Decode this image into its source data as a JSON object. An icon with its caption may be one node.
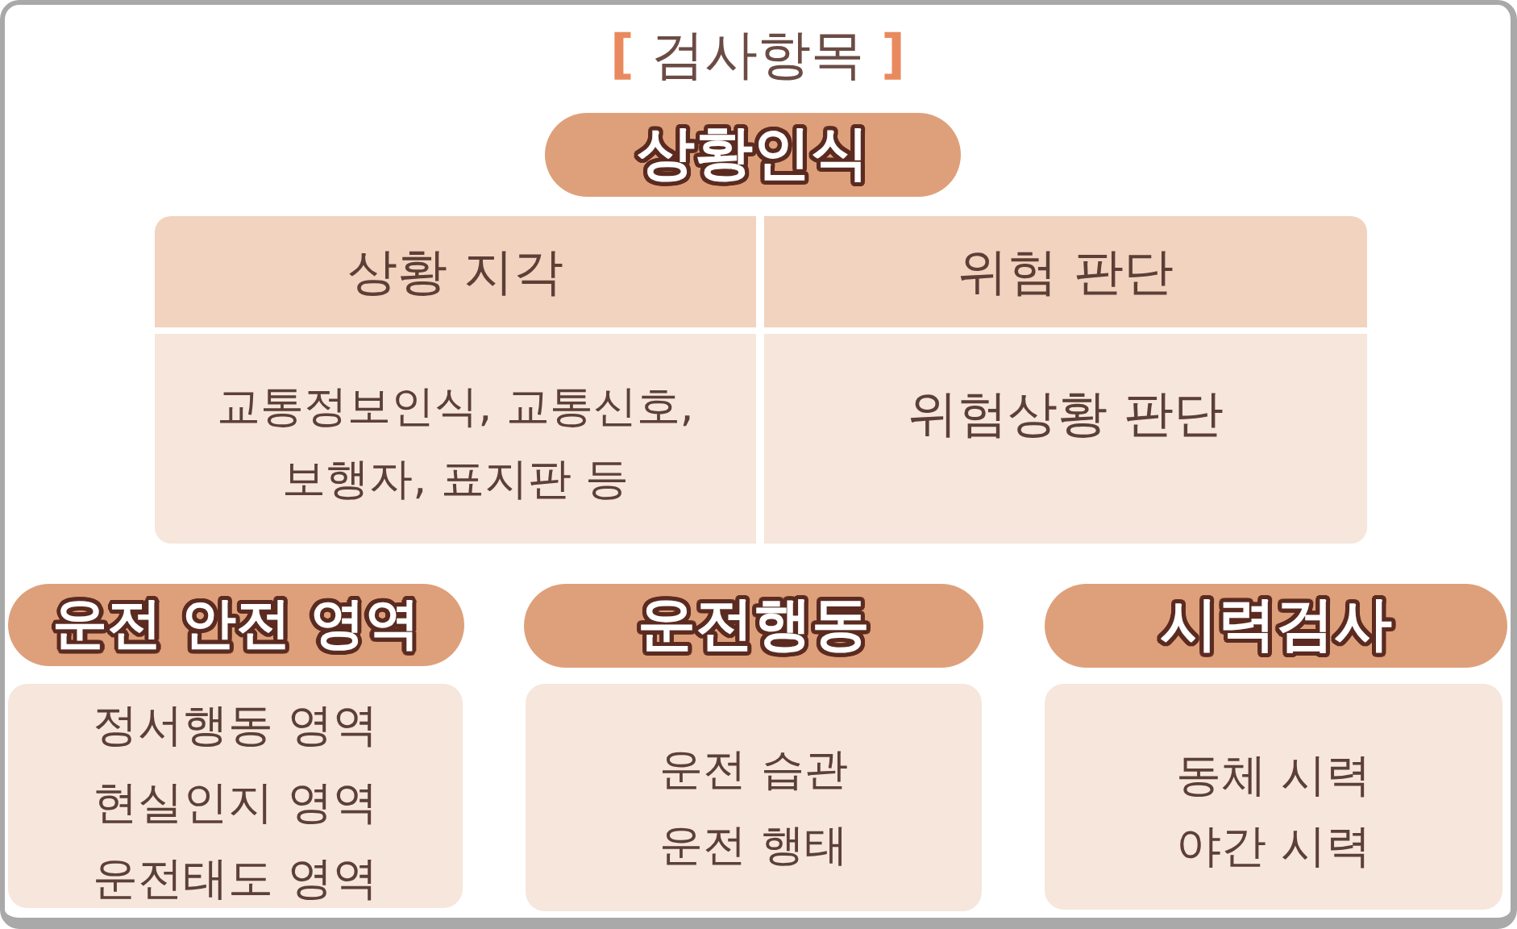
{
  "diagram": {
    "title": "[ 검사항목 ]",
    "nodes": [
      {
        "text": [
          "상황인식"
        ]
      },
      {
        "text": [
          "상황 지각"
        ]
      },
      {
        "text": [
          "위험 판단"
        ]
      },
      {
        "text": [
          "교통정보인식, 교통신호, 보행자, 표지판 등"
        ]
      },
      {
        "text": [
          "위험상황 판단"
        ]
      },
      {
        "text": [
          "운전 안전 영역"
        ]
      },
      {
        "text": [
          "정서행동 영역",
          "현실인지 영역",
          "운전태도 영역"
        ]
      },
      {
        "text": [
          "운전행동"
        ]
      },
      {
        "text": [
          "운전 습관",
          "운전 행태"
        ]
      },
      {
        "text": [
          "시력검사"
        ]
      },
      {
        "text": [
          "동체 시력",
          "야간 시력"
        ]
      }
    ]
  }
}
